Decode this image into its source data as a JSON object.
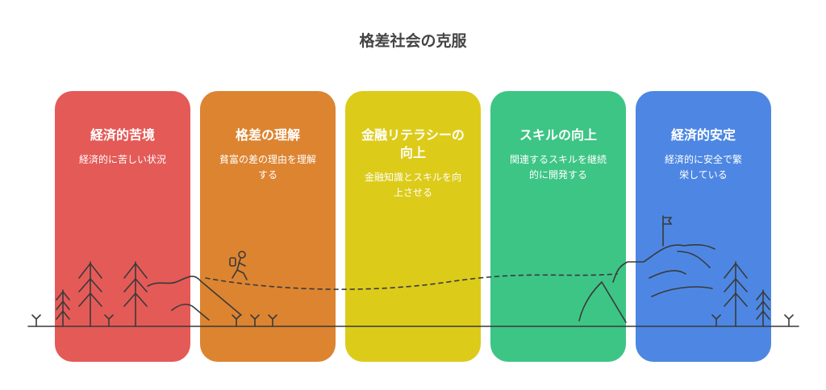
{
  "title": "格差社会の克服",
  "colors": {
    "red": "#E45A57",
    "orange": "#DD8431",
    "yellow": "#DDCB1A",
    "green": "#3DC585",
    "blue": "#4D87E3",
    "line": "#3a3a3a"
  },
  "stages": [
    {
      "title": "経済的苦境",
      "desc": "経済的に苦しい状況"
    },
    {
      "title": "格差の理解",
      "desc": "貧富の差の理由を理解する"
    },
    {
      "title": "金融リテラシーの向上",
      "desc": "金融知識とスキルを向上させる"
    },
    {
      "title": "スキルの向上",
      "desc": "関連するスキルを継続的に開発する"
    },
    {
      "title": "経済的安定",
      "desc": "経済的に安全で繁栄している"
    }
  ]
}
